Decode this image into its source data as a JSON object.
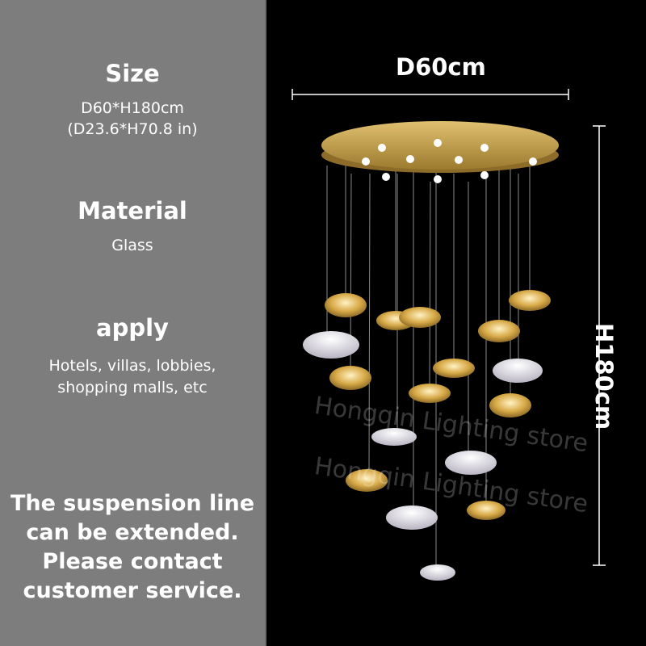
{
  "specs": {
    "size_heading": "Size",
    "size_line1": "D60*H180cm",
    "size_line2": "(D23.6*H70.8 in)",
    "material_heading": "Material",
    "material_value": "Glass",
    "apply_heading": "apply",
    "apply_line1": "Hotels, villas, lobbies,",
    "apply_line2": "shopping malls, etc"
  },
  "note": {
    "line1": "The suspension line",
    "line2": "can be extended.",
    "line3": "Please contact",
    "line4": "customer service."
  },
  "dimensions": {
    "width_label": "D60cm",
    "height_label": "H180cm"
  },
  "watermarks": {
    "line1": "Hongqin Lighting store",
    "line2": "Hongqin Lighting store"
  },
  "colors": {
    "panel_bg": "#7d7d7d",
    "gold": "#c9a24a",
    "pendant_white": "#e9e6ee"
  }
}
